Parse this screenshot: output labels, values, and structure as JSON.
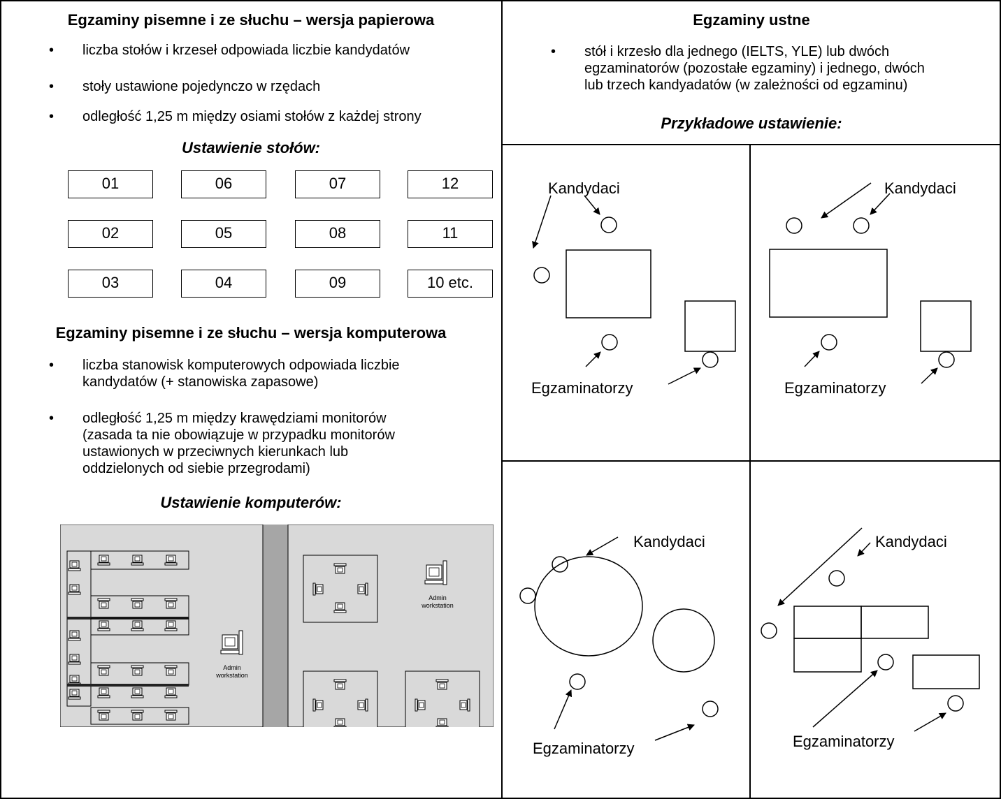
{
  "left": {
    "paper_title": "Egzaminy pisemne i ze słuchu – wersja papierowa",
    "paper_bullets": [
      "liczba stołów i krzeseł odpowiada liczbie kandydatów",
      "stoły ustawione pojedynczo w rzędach",
      "odległość 1,25 m między osiami stołów z każdej strony"
    ],
    "tables_title": "Ustawienie stołów:",
    "table_rows": [
      [
        "01",
        "06",
        "07",
        "12"
      ],
      [
        "02",
        "05",
        "08",
        "11"
      ],
      [
        "03",
        "04",
        "09",
        "10 etc."
      ]
    ],
    "computer_title": "Egzaminy pisemne i ze słuchu – wersja komputerowa",
    "computer_bullets": [
      [
        "liczba stanowisk komputerowych odpowiada liczbie",
        "kandydatów (+ stanowiska zapasowe)"
      ],
      [
        "odległość 1,25 m między krawędziami monitorów",
        "(zasada ta nie obowiązuje w przypadku monitorów",
        "ustawionych w przeciwnych kierunkach lub",
        "oddzielonych od siebie przegrodami)"
      ]
    ],
    "computers_title": "Ustawienie komputerów:",
    "admin_line1": "Admin",
    "admin_line2": "workstation"
  },
  "right": {
    "oral_title": "Egzaminy ustne",
    "oral_bullet": [
      "stół i krzesło dla jednego (IELTS, YLE) lub dwóch",
      "egzaminatorów (pozostałe egzaminy) i jednego, dwóch",
      "lub trzech kandyadatów (w zależności od egzaminu)"
    ],
    "example_title": "Przykładowe ustawienie:",
    "candidates_label": "Kandydaci",
    "examiners_label": "Egzaminatorzy"
  },
  "colors": {
    "border": "#000000",
    "room_fill": "#d9d9d9",
    "corridor_fill": "#a6a6a6"
  }
}
